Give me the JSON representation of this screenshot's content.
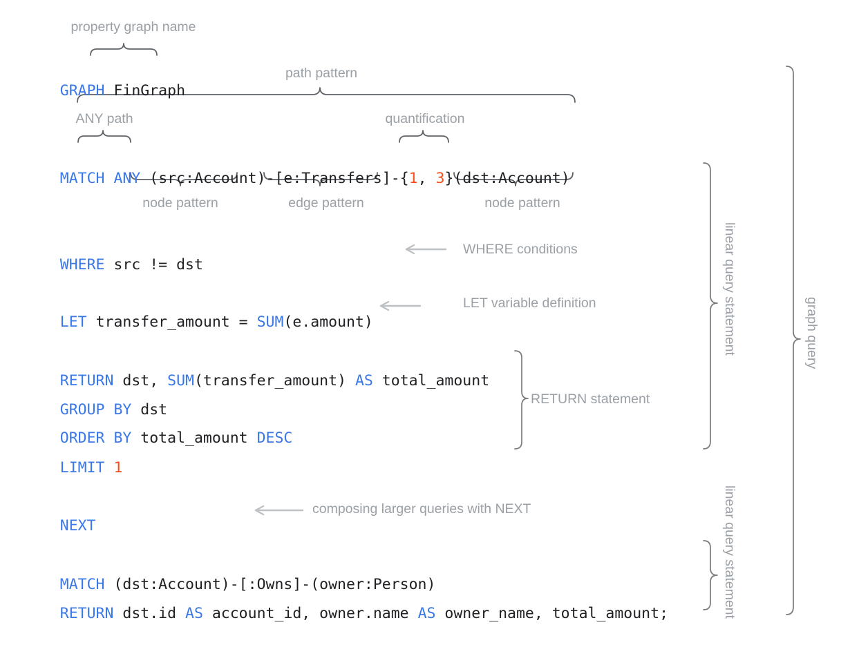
{
  "meta": {
    "title": "GQL graph query anatomy diagram",
    "colors": {
      "keyword_blue": "#3B78E7",
      "number_orange": "#F4511E",
      "plain_text": "#202124",
      "annotation_gray": "#9AA0A6",
      "brace_gray": "#5F6368",
      "arrow_gray": "#BDC1C6",
      "background": "#ffffff"
    }
  },
  "code": {
    "lines": [
      {
        "id": "graph",
        "tokens": [
          {
            "t": "GRAPH",
            "k": "kw"
          },
          {
            "t": " FinGraph",
            "k": "pl"
          }
        ]
      },
      {
        "id": "match1",
        "tokens": [
          {
            "t": "MATCH",
            "k": "kw"
          },
          {
            "t": " ",
            "k": "pl"
          },
          {
            "t": "ANY",
            "k": "kw"
          },
          {
            "t": " (src:Account)-[e:Transfers]-{",
            "k": "pl"
          },
          {
            "t": "1",
            "k": "num"
          },
          {
            "t": ", ",
            "k": "pl"
          },
          {
            "t": "3",
            "k": "num"
          },
          {
            "t": "}(dst:Account)",
            "k": "pl"
          }
        ]
      },
      {
        "id": "where",
        "tokens": [
          {
            "t": "WHERE",
            "k": "kw"
          },
          {
            "t": " src != dst",
            "k": "pl"
          }
        ]
      },
      {
        "id": "let",
        "tokens": [
          {
            "t": "LET",
            "k": "kw"
          },
          {
            "t": " transfer_amount = ",
            "k": "pl"
          },
          {
            "t": "SUM",
            "k": "kw"
          },
          {
            "t": "(e.amount)",
            "k": "pl"
          }
        ]
      },
      {
        "id": "return1",
        "tokens": [
          {
            "t": "RETURN",
            "k": "kw"
          },
          {
            "t": " dst, ",
            "k": "pl"
          },
          {
            "t": "SUM",
            "k": "kw"
          },
          {
            "t": "(transfer_amount) ",
            "k": "pl"
          },
          {
            "t": "AS",
            "k": "kw"
          },
          {
            "t": " total_amount",
            "k": "pl"
          }
        ]
      },
      {
        "id": "groupby",
        "tokens": [
          {
            "t": "GROUP BY",
            "k": "kw"
          },
          {
            "t": " dst",
            "k": "pl"
          }
        ]
      },
      {
        "id": "orderby",
        "tokens": [
          {
            "t": "ORDER BY",
            "k": "kw"
          },
          {
            "t": " total_amount ",
            "k": "pl"
          },
          {
            "t": "DESC",
            "k": "kw"
          }
        ]
      },
      {
        "id": "limit",
        "tokens": [
          {
            "t": "LIMIT",
            "k": "kw"
          },
          {
            "t": " ",
            "k": "pl"
          },
          {
            "t": "1",
            "k": "num"
          }
        ]
      },
      {
        "id": "next",
        "tokens": [
          {
            "t": "NEXT",
            "k": "kw"
          }
        ]
      },
      {
        "id": "match2",
        "tokens": [
          {
            "t": "MATCH",
            "k": "kw"
          },
          {
            "t": " (dst:Account)-[:Owns]-(owner:Person)",
            "k": "pl"
          }
        ]
      },
      {
        "id": "return2",
        "tokens": [
          {
            "t": "RETURN",
            "k": "kw"
          },
          {
            "t": " dst.id ",
            "k": "pl"
          },
          {
            "t": "AS",
            "k": "kw"
          },
          {
            "t": " account_id, owner.name ",
            "k": "pl"
          },
          {
            "t": "AS",
            "k": "kw"
          },
          {
            "t": " owner_name, total_amount;",
            "k": "pl"
          }
        ]
      }
    ],
    "plain_text": {
      "graph": "GRAPH FinGraph",
      "match1": "MATCH ANY (src:Account)-[e:Transfers]-{1, 3}(dst:Account)",
      "where": "WHERE src != dst",
      "let": "LET transfer_amount = SUM(e.amount)",
      "return1": "RETURN dst, SUM(transfer_amount) AS total_amount",
      "groupby": "GROUP BY dst",
      "orderby": "ORDER BY total_amount DESC",
      "limit": "LIMIT 1",
      "next": "NEXT",
      "match2": "MATCH (dst:Account)-[:Owns]-(owner:Person)",
      "return2": "RETURN dst.id AS account_id, owner.name AS owner_name, total_amount;"
    }
  },
  "annotations": {
    "property_graph_name": "property graph name",
    "path_pattern": "path pattern",
    "any_path": "ANY path",
    "quantification": "quantification",
    "node_pattern_left": "node pattern",
    "edge_pattern": "edge pattern",
    "node_pattern_right": "node pattern",
    "where_conditions": "WHERE conditions",
    "let_variable_definition": "LET variable definition",
    "return_statement": "RETURN statement",
    "composing_with_next": "composing larger queries with NEXT",
    "linear_query_statement_1": "linear query statement",
    "linear_query_statement_2": "linear query statement",
    "graph_query": "graph query"
  }
}
